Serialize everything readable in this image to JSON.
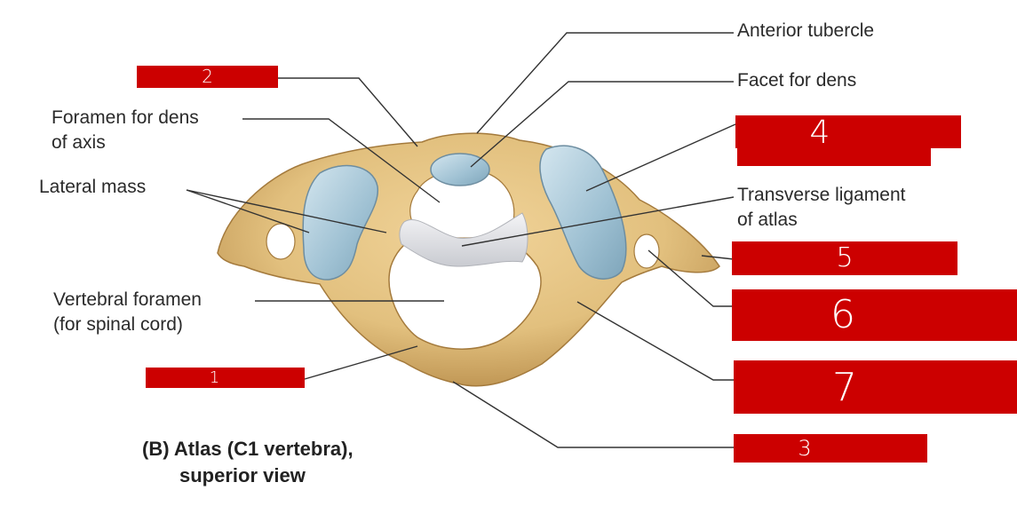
{
  "labels": {
    "anterior_tubercle": "Anterior tubercle",
    "facet_for_dens": "Facet for dens",
    "foramen_line1": "Foramen for dens",
    "foramen_line2": "of axis",
    "lateral_mass": "Lateral mass",
    "transverse_line1": "Transverse ligament",
    "transverse_line2": "of atlas",
    "vertebral_line1": "Vertebral foramen",
    "vertebral_line2": "(for spinal cord)"
  },
  "caption": {
    "line1": "(B) Atlas (C1 vertebra),",
    "line2": "superior view"
  },
  "redacted_marks": {
    "m1": "1",
    "m2": "2",
    "m3": "3",
    "m4": "4",
    "m5": "5",
    "m6": "6",
    "m7": "7"
  },
  "colors": {
    "redaction": "#cc0000",
    "bone": "#e2c07e",
    "cartilage": "#a9c8d8",
    "ligament": "#e6e7ea",
    "leader_line": "#333333"
  }
}
